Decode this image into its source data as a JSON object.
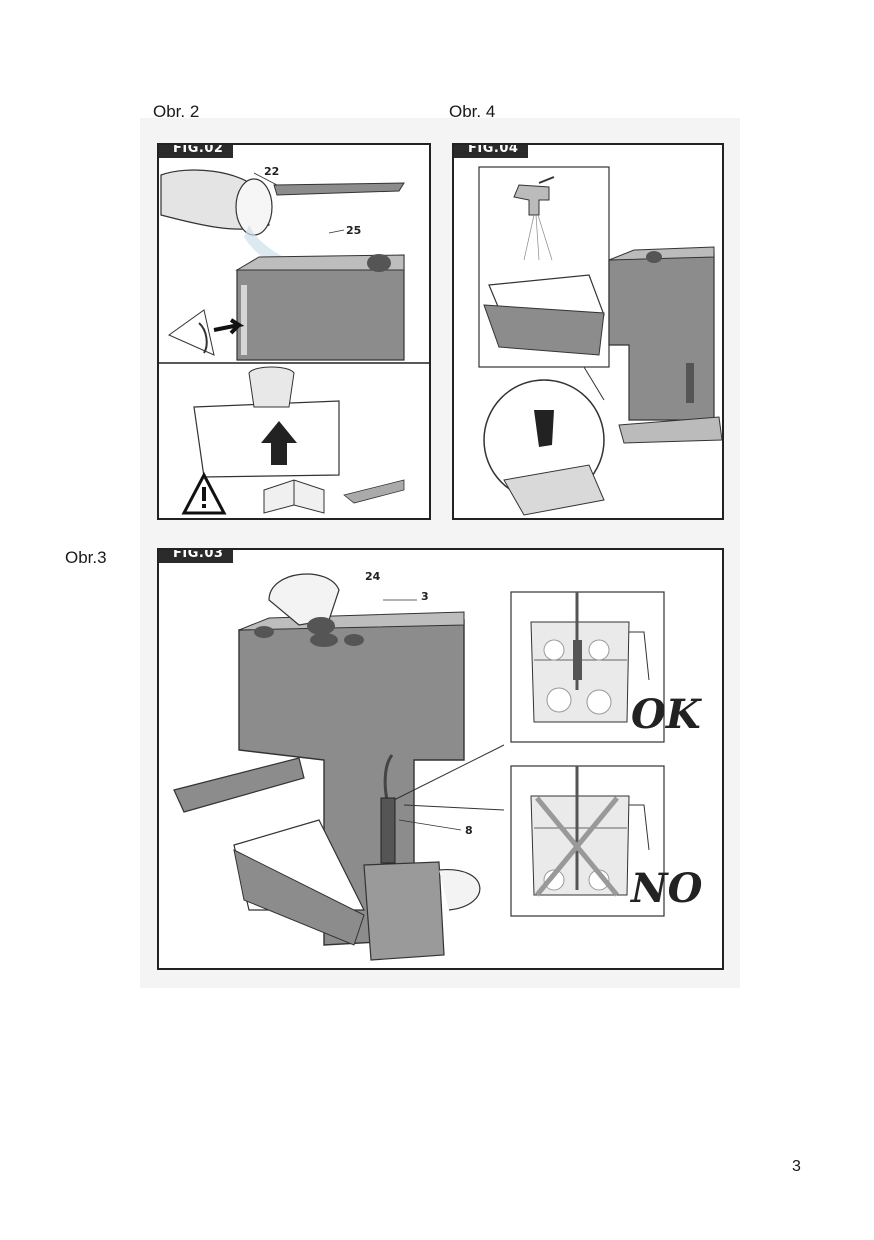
{
  "captions": {
    "obr2": "Obr. 2",
    "obr4": "Obr. 4",
    "obr3": "Obr.3"
  },
  "figures": {
    "fig02": {
      "tag": "FIG.02",
      "callouts": {
        "part_22": "22",
        "part_25": "25"
      },
      "icons": [
        "water-jug-icon",
        "water-tank-icon",
        "warning-triangle-icon",
        "eye-icon",
        "instruction-manual-icon",
        "arrow-up-icon"
      ]
    },
    "fig04": {
      "tag": "FIG.04",
      "icons": [
        "water-tap-icon",
        "drip-tray-icon",
        "coffee-machine-icon",
        "hand-icon"
      ]
    },
    "fig03": {
      "tag": "FIG.03",
      "callouts": {
        "part_24": "24",
        "part_3": "3",
        "part_8": "8"
      },
      "ok_label": "OK",
      "no_label": "NO",
      "icons": [
        "coffee-machine-icon",
        "milk-jug-icon",
        "steam-wand-icon",
        "cross-mark-icon"
      ]
    }
  },
  "page_number": "3",
  "colors": {
    "tag_bg": "#2b2b2b",
    "machine_gray": "#8c8c8c",
    "light_gray": "#d0d0d0"
  }
}
